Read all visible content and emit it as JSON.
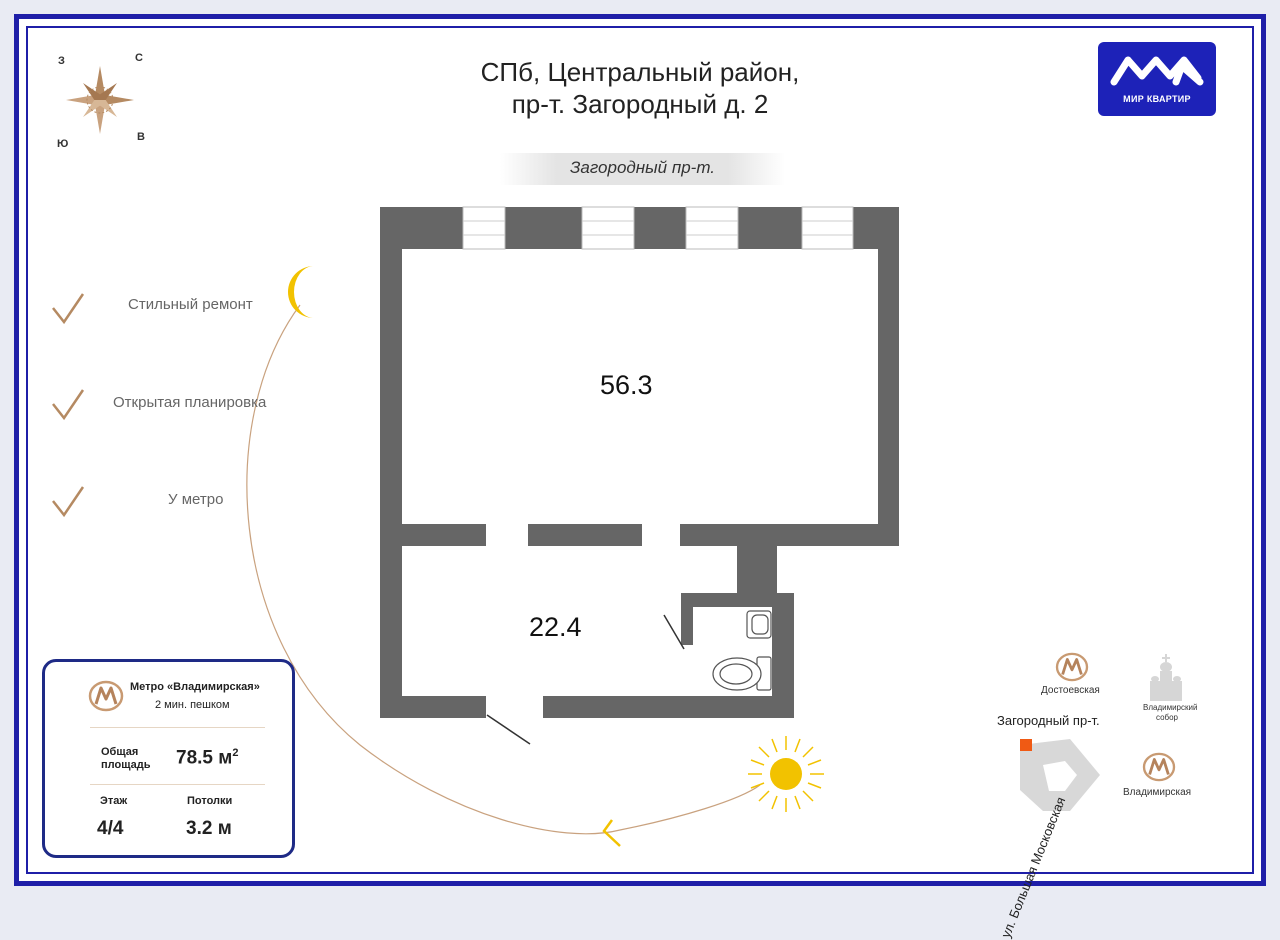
{
  "title": {
    "line1": "СПб, Центральный район,",
    "line2": "пр-т. Загородный д. 2"
  },
  "street_banner": "Загородный пр-т.",
  "logo": {
    "text": "МИР КВАРТИР"
  },
  "compass": {
    "north": "С",
    "south": "Ю",
    "west": "З",
    "east": "В"
  },
  "features": [
    {
      "label": "Стильный ремонт"
    },
    {
      "label": "Открытая планировка"
    },
    {
      "label": "У метро"
    }
  ],
  "rooms": [
    {
      "area": "56.3"
    },
    {
      "area": "22.4"
    }
  ],
  "info_card": {
    "metro_name": "Метро «Владимирская»",
    "metro_walk": "2 мин. пешком",
    "total_area_label_line1": "Общая",
    "total_area_label_line2": "площадь",
    "total_area_value": "78.5 м",
    "total_area_unit_sup": "2",
    "floor_label": "Этаж",
    "floor_value": "4/4",
    "ceiling_label": "Потолки",
    "ceiling_value": "3.2 м"
  },
  "mini_map": {
    "metro_1": "Достоевская",
    "metro_2": "Владимирская",
    "cathedral_line1": "Владимирский",
    "cathedral_line2": "собор",
    "street_top": "Загородный пр-т.",
    "street_side": "ул. Большая Московская"
  },
  "colors": {
    "frame": "#1f1fa8",
    "wall": "#666666",
    "accent_gold": "#b58a62",
    "sun": "#f2c200",
    "logo_bg": "#1d22b8",
    "marker": "#f05a14",
    "card_border": "#1e2a86"
  }
}
